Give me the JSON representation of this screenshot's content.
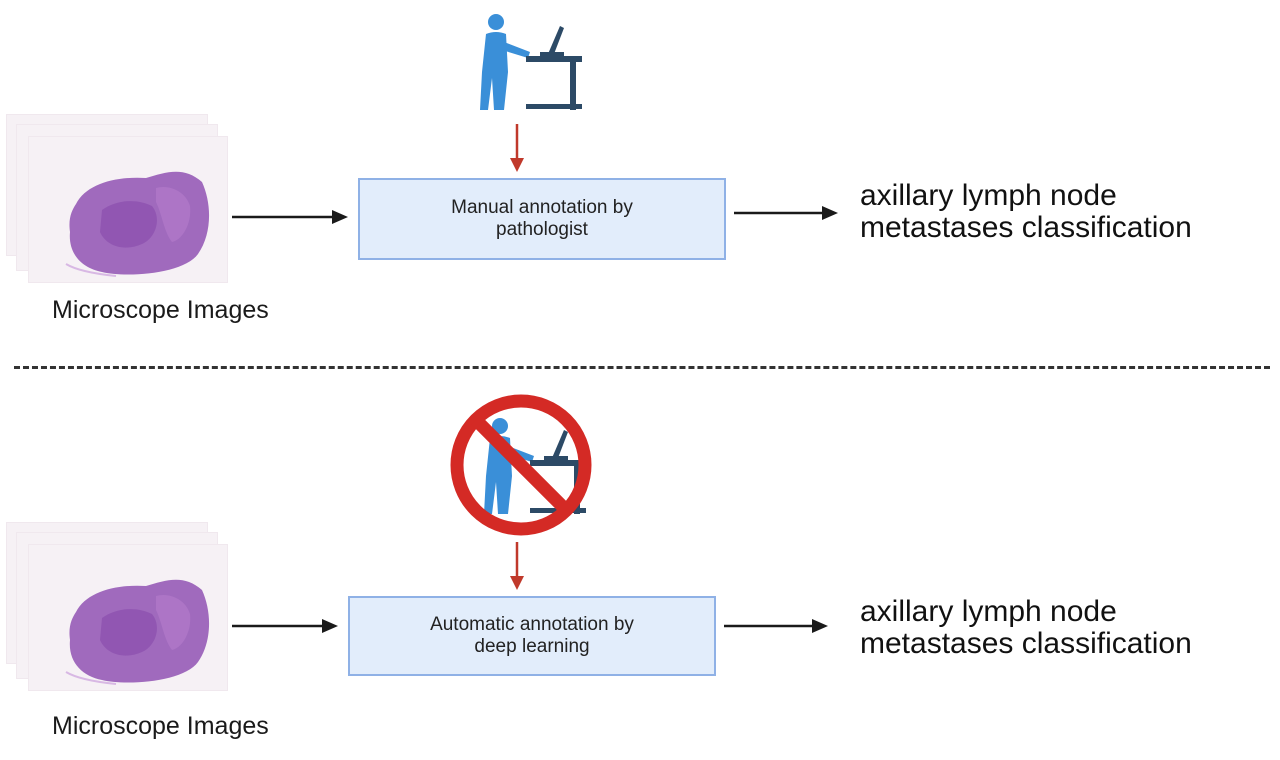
{
  "top_panel": {
    "image_caption": "Microscope Images",
    "process_line1": "Manual annotation by",
    "process_line2": "pathologist",
    "result_line1": "axillary lymph node",
    "result_line2": "metastases classification"
  },
  "bottom_panel": {
    "image_caption": "Microscope Images",
    "process_line1": "Automatic annotation by",
    "process_line2": "deep learning",
    "result_line1": "axillary lymph node",
    "result_line2": "metastases classification"
  },
  "icons": {
    "pathologist": "pathologist-at-workstation-icon",
    "prohibited": "prohibition-sign-icon",
    "tissue": "he-stained-tissue-slide-icon"
  },
  "colors": {
    "box_fill": "#e2edfb",
    "box_border": "#8fb1e6",
    "person_blue": "#3a8fd8",
    "desk_navy": "#2c4a66",
    "red_arrow": "#c0392b",
    "prohibit_red": "#d42a25",
    "tissue_purple": "#9c5cb8"
  }
}
